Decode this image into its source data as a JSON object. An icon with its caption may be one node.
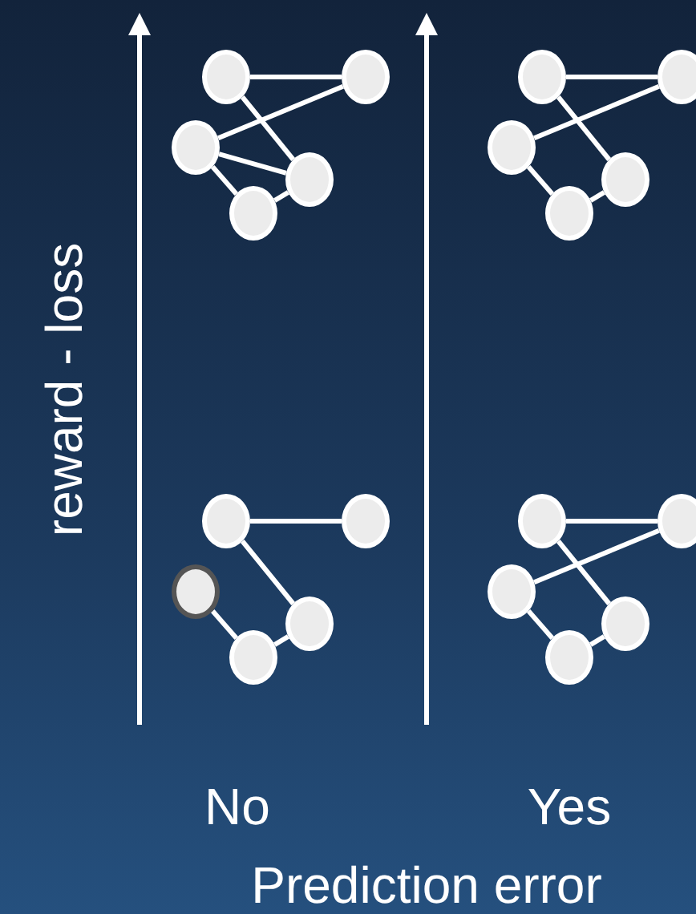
{
  "diagram": {
    "nodes": [
      {
        "text": [],
        "shape": "circle"
      },
      {
        "text": [],
        "shape": "circle"
      },
      {
        "text": [],
        "shape": "circle"
      },
      {
        "text": [],
        "shape": "circle"
      },
      {
        "text": [],
        "shape": "circle"
      },
      {
        "text": [],
        "shape": "circle"
      },
      {
        "text": [],
        "shape": "circle"
      },
      {
        "text": [],
        "shape": "circle"
      },
      {
        "text": [],
        "shape": "circle"
      },
      {
        "text": [],
        "shape": "circle"
      },
      {
        "text": [],
        "shape": "circle"
      },
      {
        "text": [],
        "shape": "circle"
      },
      {
        "text": [],
        "shape": "circle"
      },
      {
        "text": [],
        "shape": "circle"
      },
      {
        "text": [],
        "shape": "circle"
      },
      {
        "text": [],
        "shape": "circle"
      },
      {
        "text": [],
        "shape": "circle"
      },
      {
        "text": [],
        "shape": "circle"
      },
      {
        "text": [],
        "shape": "circle"
      },
      {
        "text": [],
        "shape": "circle"
      }
    ],
    "edges": [
      {
        "from": 0,
        "to": 1,
        "arrow": "none"
      },
      {
        "from": 0,
        "to": 3,
        "arrow": "none"
      },
      {
        "from": 1,
        "to": 2,
        "arrow": "none"
      },
      {
        "from": 2,
        "to": 3,
        "arrow": "none"
      },
      {
        "from": 2,
        "to": 4,
        "arrow": "none"
      },
      {
        "from": 4,
        "to": 3,
        "arrow": "none"
      },
      {
        "from": 5,
        "to": 6,
        "arrow": "none"
      },
      {
        "from": 5,
        "to": 8,
        "arrow": "none"
      },
      {
        "from": 6,
        "to": 7,
        "arrow": "none"
      },
      {
        "from": 7,
        "to": 9,
        "arrow": "none"
      },
      {
        "from": 9,
        "to": 8,
        "arrow": "none"
      },
      {
        "from": 10,
        "to": 11,
        "arrow": "none"
      },
      {
        "from": 10,
        "to": 13,
        "arrow": "none"
      },
      {
        "from": 12,
        "to": 14,
        "arrow": "none"
      },
      {
        "from": 14,
        "to": 13,
        "arrow": "none"
      },
      {
        "from": 15,
        "to": 16,
        "arrow": "none"
      },
      {
        "from": 15,
        "to": 18,
        "arrow": "none"
      },
      {
        "from": 16,
        "to": 17,
        "arrow": "none"
      },
      {
        "from": 17,
        "to": 19,
        "arrow": "none"
      },
      {
        "from": 19,
        "to": 18,
        "arrow": "none"
      }
    ],
    "labels": [
      "reward - loss",
      "No",
      "Yes",
      "Prediction error"
    ]
  }
}
